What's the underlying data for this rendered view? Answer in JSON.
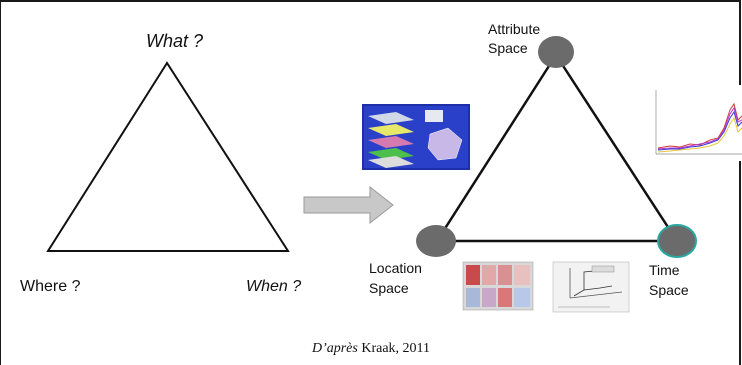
{
  "left_triangle": {
    "what": "What ?",
    "where": "Where ?",
    "when": "When ?"
  },
  "right_triangle": {
    "attribute": [
      "Attribute",
      "Space"
    ],
    "location": [
      "Location",
      "Space"
    ],
    "time": [
      "Time",
      "Space"
    ]
  },
  "citation": {
    "prefix": "D’après",
    "rest": " Kraak, 2011"
  },
  "colors": {
    "border": "#1a1a1a",
    "node_fill": "#6b6b6b",
    "time_node_outline": "#2aa7a0",
    "arrow_fill": "#c8c8c8"
  },
  "icons": [
    "right-arrow-icon"
  ]
}
